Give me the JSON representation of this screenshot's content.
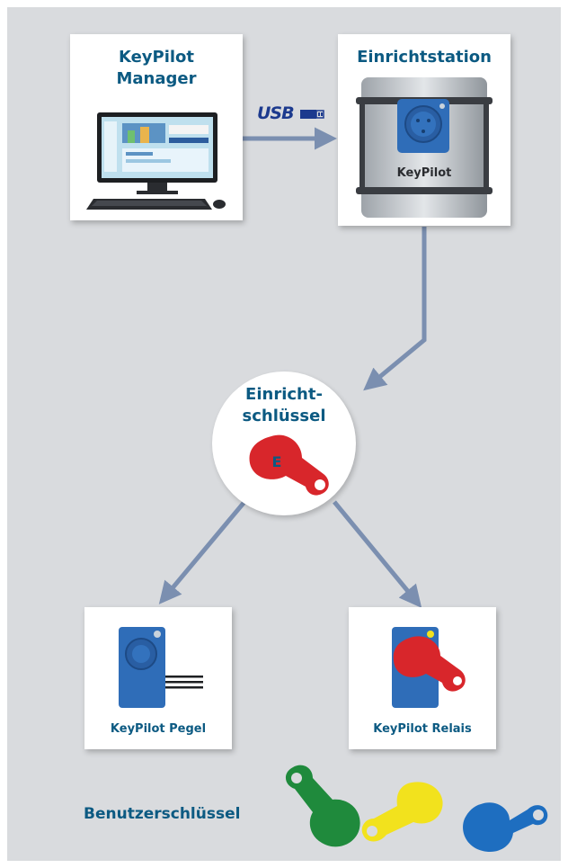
{
  "nodes": {
    "manager": {
      "title_line1": "KeyPilot",
      "title_line2": "Manager"
    },
    "station": {
      "title": "Einrichtstation",
      "device_label": "KeyPilot"
    },
    "setup_key": {
      "title_line1": "Einricht-",
      "title_line2": "schlüssel",
      "key_letter": "E"
    },
    "pegel": {
      "caption": "KeyPilot Pegel"
    },
    "relais": {
      "caption": "KeyPilot Relais"
    }
  },
  "connection": {
    "usb_label": "USB"
  },
  "footer": {
    "user_keys_label": "Benutzerschlüssel"
  },
  "user_keys": [
    {
      "color": "#1f8a3c"
    },
    {
      "color": "#f2e21d"
    },
    {
      "color": "#1e6ec0"
    }
  ],
  "colors": {
    "title": "#0c5a82",
    "arrow": "#7b8fb0",
    "background": "#d9dbde",
    "key_red": "#d8262b",
    "device_blue": "#2f6db8"
  }
}
